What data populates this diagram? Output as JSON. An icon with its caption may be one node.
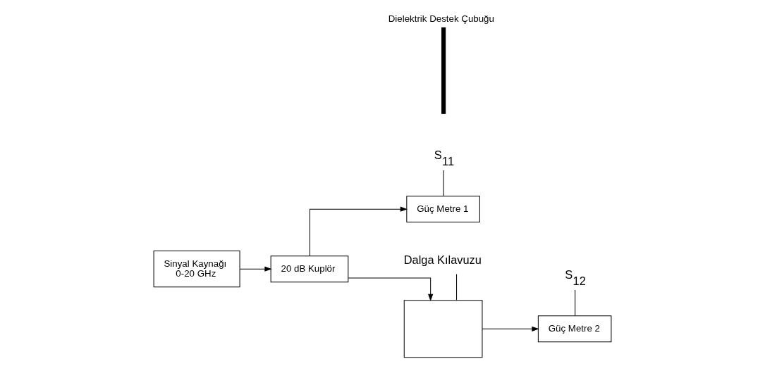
{
  "diagram": {
    "nodes": [
      {
        "text": [
          "Sinyal Kaynağı",
          "0-20 GHz"
        ]
      },
      {
        "text": [
          "20 dB Kuplör"
        ]
      },
      {
        "text": [
          "Güç Metre 1"
        ]
      },
      {
        "text": [],
        "shape": "box"
      },
      {
        "text": [
          "Dielektrik Destek Çubuğu"
        ]
      },
      {
        "text": [
          "Güç Metre 2"
        ]
      },
      {
        "text": [
          "S$_{11}$"
        ]
      },
      {
        "text": [
          "S$_{12}$"
        ]
      },
      {
        "text": [
          "Dalga Kılavuzu"
        ]
      }
    ],
    "edges": [
      {
        "from": 0,
        "to": 1,
        "arrow": "to"
      },
      {
        "from": 1,
        "to": 2,
        "arrow": "to"
      },
      {
        "from": 1,
        "to": 3,
        "arrow": "to"
      },
      {
        "from": 3,
        "to": 5,
        "arrow": "to"
      },
      {
        "from": 6,
        "to": 2,
        "arrow": "none"
      },
      {
        "from": 7,
        "to": 5,
        "arrow": "none"
      },
      {
        "from": 8,
        "to": 3,
        "arrow": "none"
      }
    ]
  }
}
